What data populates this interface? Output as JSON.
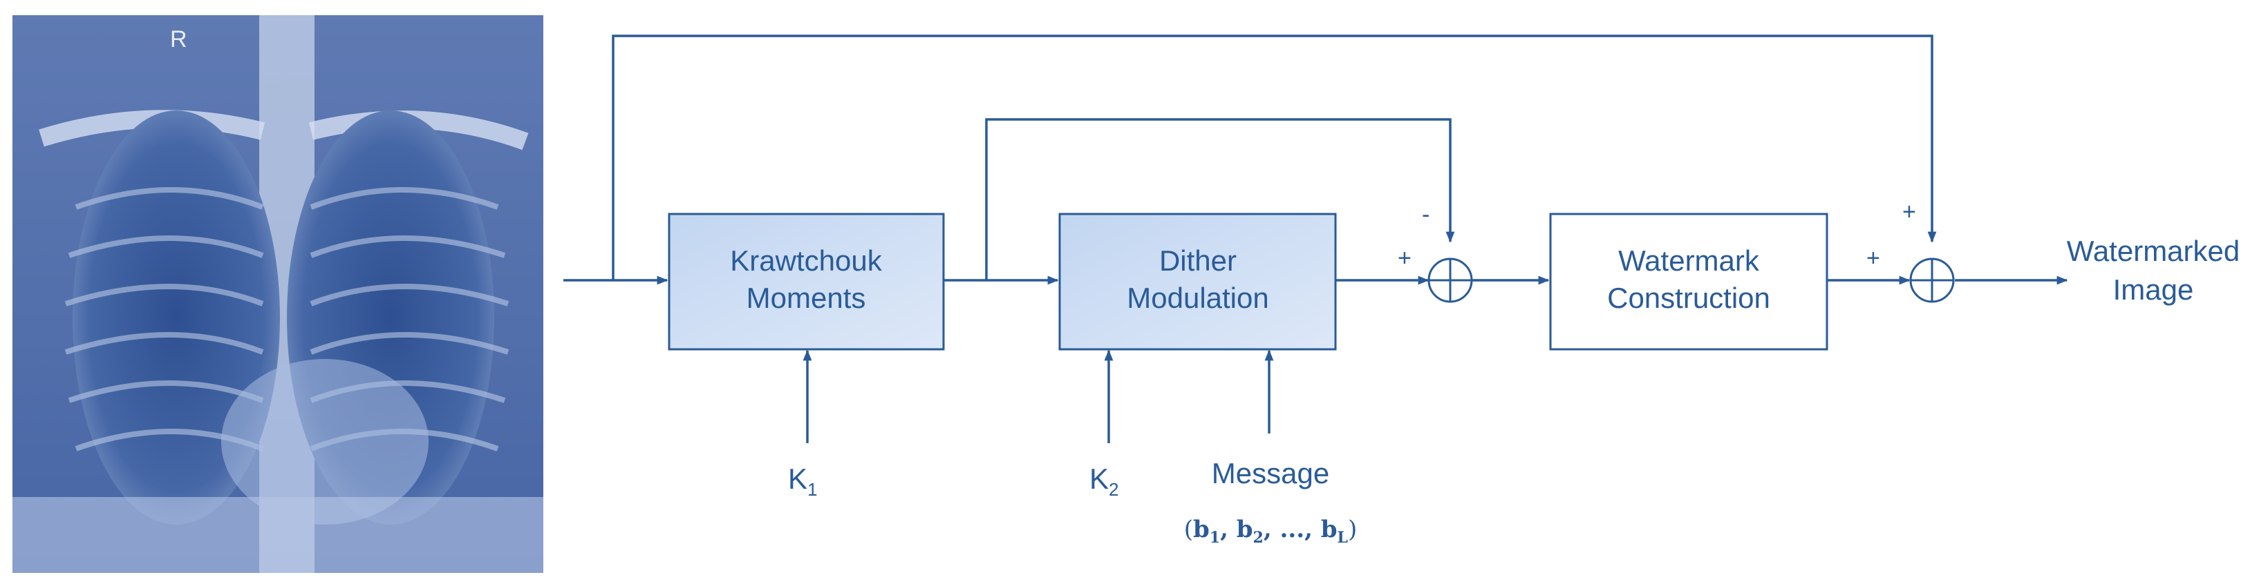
{
  "xray": {
    "side_marker": "R"
  },
  "blocks": {
    "krawtchouk": [
      "Krawtchouk",
      "Moments"
    ],
    "dither": [
      "Dither",
      "Modulation"
    ],
    "watermark": [
      "Watermark",
      "Construction"
    ]
  },
  "keys": {
    "k1": {
      "letter": "K",
      "sub": "1"
    },
    "k2": {
      "letter": "K",
      "sub": "2"
    }
  },
  "message": {
    "label": "Message",
    "bits": {
      "open": "(",
      "b1": "b",
      "s1": "1",
      "b2": "b",
      "s2": "2",
      "ellipsis": "...",
      "bL": "b",
      "sL": "L",
      "close": ")"
    }
  },
  "signs": {
    "sub_minus": "-",
    "sub_plus": "+",
    "add_plus_top": "+",
    "add_plus_left": "+"
  },
  "output": [
    "Watermarked",
    "Image"
  ],
  "colors": {
    "line": "#2a5b98",
    "box_fill": "#c9daf2",
    "box_fill_light": "#ffffff",
    "text": "#2a5b98"
  }
}
